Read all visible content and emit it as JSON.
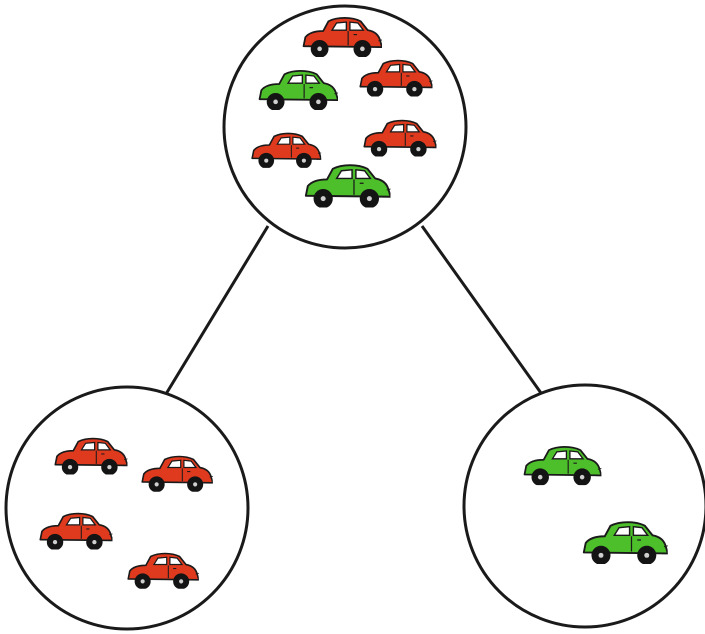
{
  "colors": {
    "background": "#ffffff",
    "stroke": "#1a1a1a",
    "red_car": "#e03a1e",
    "green_car": "#4cbf2a",
    "wheel": "#141414",
    "hub": "#cfcfcf",
    "window": "#ffffff"
  },
  "nodes": [
    {
      "id": "root",
      "cars": [
        {
          "color": "red",
          "scale": 1.0
        },
        {
          "color": "green",
          "scale": 1.0
        },
        {
          "color": "red",
          "scale": 0.92
        },
        {
          "color": "red",
          "scale": 0.88
        },
        {
          "color": "red",
          "scale": 0.92
        },
        {
          "color": "green",
          "scale": 1.08
        }
      ]
    },
    {
      "id": "left-child",
      "cars": [
        {
          "color": "red",
          "scale": 0.92
        },
        {
          "color": "red",
          "scale": 0.9
        },
        {
          "color": "red",
          "scale": 0.92
        },
        {
          "color": "red",
          "scale": 0.9
        }
      ]
    },
    {
      "id": "right-child",
      "cars": [
        {
          "color": "green",
          "scale": 0.98
        },
        {
          "color": "green",
          "scale": 1.07
        }
      ]
    }
  ],
  "edges": [
    {
      "from": "root",
      "to": "left-child"
    },
    {
      "from": "root",
      "to": "right-child"
    }
  ]
}
